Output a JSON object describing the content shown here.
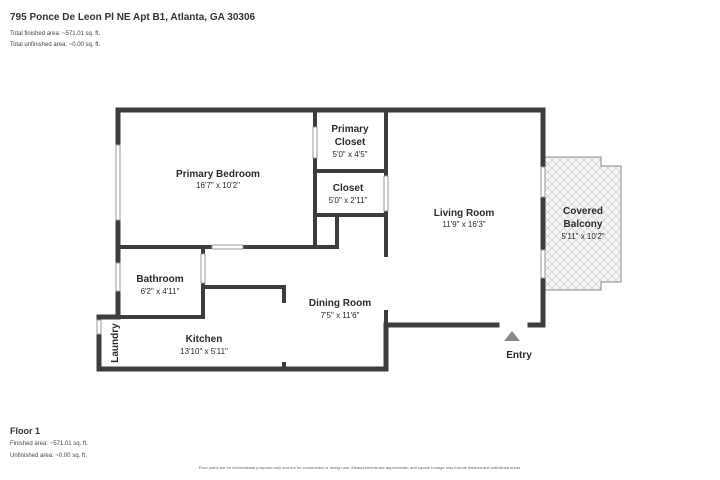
{
  "header": {
    "address": "795 Ponce De Leon Pl NE Apt B1, Atlanta, GA 30306",
    "total_finished": "Total finished area: ~571.01 sq. ft.",
    "total_unfinished": "Total unfinished area: ~0.00 sq. ft."
  },
  "floor": {
    "label": "Floor 1",
    "finished": "Finished area: ~571.01 sq. ft.",
    "unfinished": "Unfinished area: ~0.00 sq. ft."
  },
  "disclaimer": "Floor plans are for informational purposes only and not for construction or design use. Measurements are approximate, and square footage may include finished and unfinished areas.",
  "rooms": {
    "primary_bedroom": {
      "name": "Primary Bedroom",
      "dims": "16'7\" x 10'2\""
    },
    "primary_closet": {
      "name_line1": "Primary",
      "name_line2": "Closet",
      "dims": "5'0\" x 4'5\""
    },
    "closet": {
      "name": "Closet",
      "dims": "5'0\" x 2'11\""
    },
    "living_room": {
      "name": "Living Room",
      "dims": "11'9\" x 16'3\""
    },
    "covered_balcony": {
      "name_line1": "Covered",
      "name_line2": "Balcony",
      "dims": "5'11\" x 10'2\""
    },
    "bathroom": {
      "name": "Bathroom",
      "dims": "6'2\" x 4'11\""
    },
    "dining_room": {
      "name": "Dining Room",
      "dims": "7'5\" x 11'6\""
    },
    "kitchen": {
      "name": "Kitchen",
      "dims": "13'10\" x 5'11\""
    },
    "laundry": {
      "name": "Laundry"
    }
  },
  "entry": {
    "label": "Entry"
  },
  "colors": {
    "wall": "#3d3d3d",
    "window": "#bfbfbf",
    "balcony_fill": "#f2f2f2"
  }
}
